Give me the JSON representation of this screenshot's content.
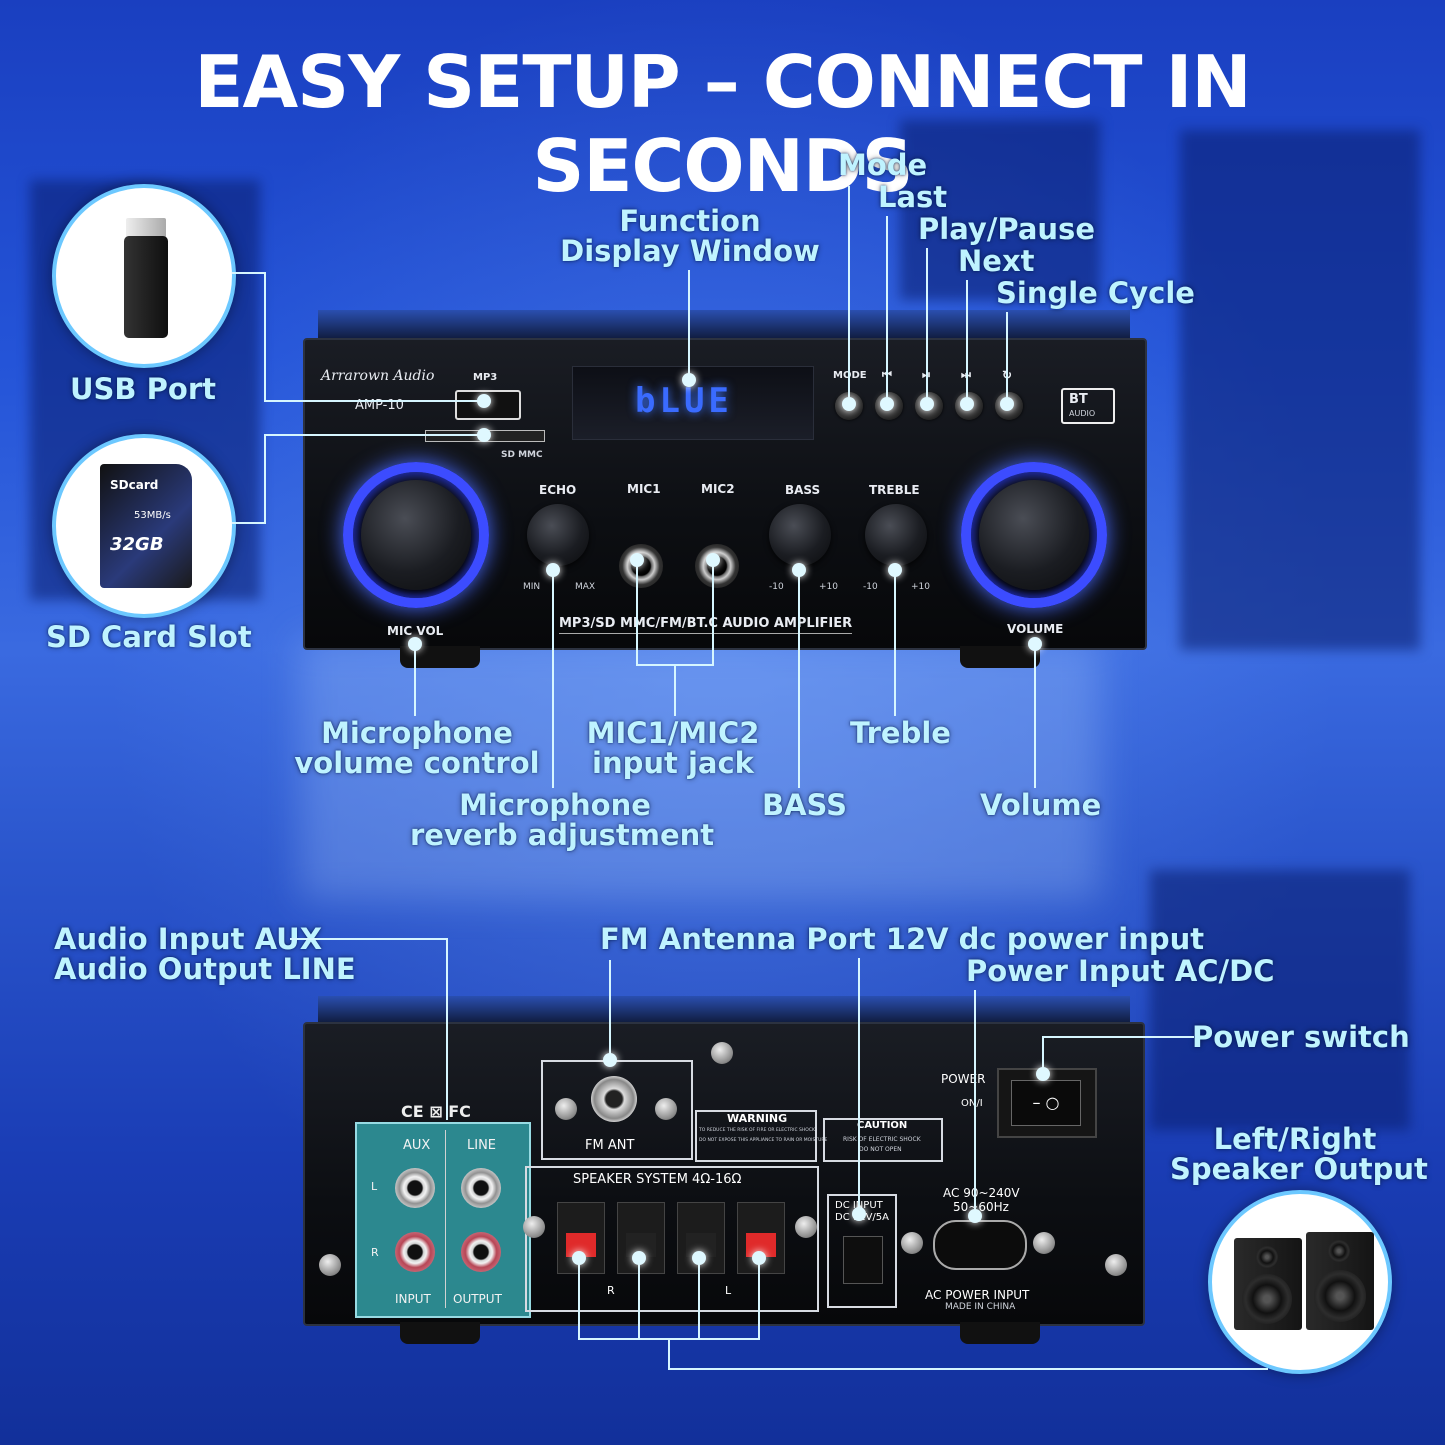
{
  "headline": "EASY SETUP – CONNECT IN SECONDS",
  "front_labels": {
    "usb_port": "USB Port",
    "sd_card_slot": "SD Card Slot",
    "function_display_1": "Function",
    "function_display_2": "Display Window",
    "mode": "Mode",
    "last": "Last",
    "play_pause": "Play/Pause",
    "next": "Next",
    "single_cycle": "Single Cycle",
    "mic_volume_1": "Microphone",
    "mic_volume_2": "volume control",
    "mic_reverb_1": "Microphone",
    "mic_reverb_2": "reverb adjustment",
    "mic_jack_1": "MIC1/MIC2",
    "mic_jack_2": "input jack",
    "bass": "BASS",
    "treble": "Treble",
    "volume": "Volume"
  },
  "back_labels": {
    "aux_in": "Audio Input AUX",
    "line_out": "Audio Output LINE",
    "fm_dc": "FM Antenna Port 12V dc power input",
    "power_input": "Power Input AC/DC",
    "power_switch": "Power switch",
    "speaker_out_1": "Left/Right",
    "speaker_out_2": "Speaker Output"
  },
  "device_front": {
    "brand": "Arrarown Audio",
    "model": "AMP-10",
    "mp3": "MP3",
    "sd_mmc": "SD MMC",
    "display": "bLUE",
    "mode_btn": "MODE",
    "bt_badge": "BT",
    "bt_sub": "AUDIO",
    "echo": "ECHO",
    "mic1": "MIC1",
    "mic2": "MIC2",
    "bass": "BASS",
    "treble": "TREBLE",
    "min": "MIN",
    "max": "MAX",
    "minus10": "-10",
    "plus10": "+10",
    "mic_vol": "MIC VOL",
    "volume": "VOLUME",
    "strip": "MP3/SD MMC/FM/BT.C AUDIO AMPLIFIER"
  },
  "device_back": {
    "aux": "AUX",
    "line": "LINE",
    "input": "INPUT",
    "output": "OUTPUT",
    "l": "L",
    "r": "R",
    "cert": "CE ⊠ FC",
    "fm_ant": "FM ANT",
    "warning": "WARNING",
    "warning_text_1": "TO REDUCE THE RISK OF FIRE OR ELECTRIC SHOCK",
    "warning_text_2": "DO NOT EXPOSE THIS APPLIANCE TO RAIN OR MOISTURE",
    "caution": "CAUTION",
    "caution_text_1": "RISK OF ELECTRIC SHOCK",
    "caution_text_2": "DO NOT OPEN",
    "speaker_system": "SPEAKER SYSTEM 4Ω-16Ω",
    "dc_input_1": "DC INPUT",
    "dc_input_2": "DC 12V/5A",
    "ac_1": "AC 90~240V",
    "ac_2": "50~60Hz",
    "ac_power_input": "AC POWER INPUT",
    "made_in": "MADE IN CHINA",
    "power": "POWER",
    "on_off": "ON/I"
  },
  "sd_card": {
    "brand": "SDcard",
    "speed": "53MB/s",
    "capacity": "32GB"
  }
}
